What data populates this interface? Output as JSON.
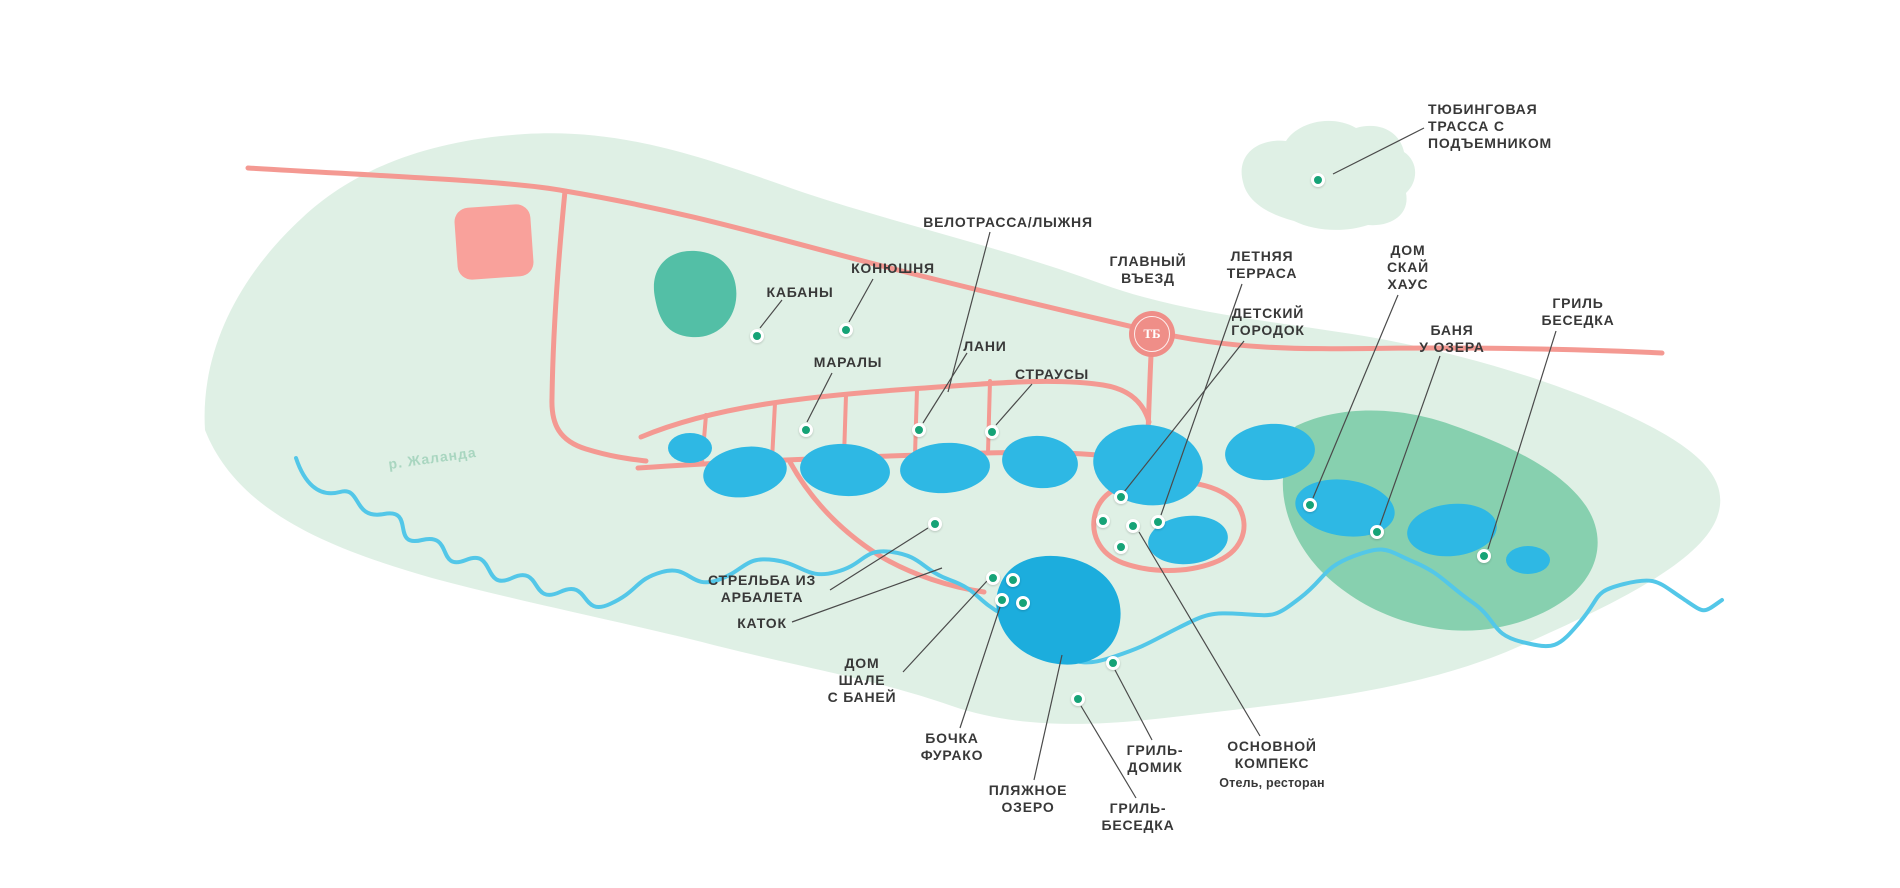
{
  "map": {
    "river_label": "р. Жаланда",
    "entrance_logo_text": "ТБ",
    "colors": {
      "territory": "#dff0e5",
      "road": "#f49992",
      "river": "#53c7e8",
      "lake": "#2eb8e4",
      "beach_lake": "#1caddd",
      "forest": "#53bfa6",
      "grove": "#87d0af",
      "pink_block": "#f9a19b",
      "marker": "#16a377",
      "entrance_logo": "#ef8e88",
      "label_text": "#383838"
    },
    "labels": {
      "tubing": {
        "lines": [
          "ТЮБИНГОВАЯ",
          "ТРАССА С",
          "ПОДЪЕМНИКОМ"
        ]
      },
      "velotrack": {
        "lines": [
          "ВЕЛОТРАССА/ЛЫЖНЯ"
        ]
      },
      "stable": {
        "lines": [
          "КОНЮШНЯ"
        ]
      },
      "boars": {
        "lines": [
          "КАБАНЫ"
        ]
      },
      "deer": {
        "lines": [
          "МАРАЛЫ"
        ]
      },
      "fallow_deer": {
        "lines": [
          "ЛАНИ"
        ]
      },
      "ostriches": {
        "lines": [
          "СТРАУСЫ"
        ]
      },
      "main_entrance": {
        "lines": [
          "ГЛАВНЫЙ",
          "ВЪЕЗД"
        ]
      },
      "summer_terrace": {
        "lines": [
          "ЛЕТНЯЯ",
          "ТЕРРАСА"
        ]
      },
      "kids_town": {
        "lines": [
          "ДЕТСКИЙ",
          "ГОРОДОК"
        ]
      },
      "sky_house": {
        "lines": [
          "ДОМ",
          "СКАЙ",
          "ХАУС"
        ]
      },
      "lake_banya": {
        "lines": [
          "БАНЯ",
          "У ОЗЕРА"
        ]
      },
      "grill_gazebo_east": {
        "lines": [
          "ГРИЛЬ",
          "БЕСЕДКА"
        ]
      },
      "crossbow": {
        "lines": [
          "СТРЕЛЬБА ИЗ",
          "АРБАЛЕТА"
        ]
      },
      "rink": {
        "lines": [
          "КАТОК"
        ]
      },
      "chalet": {
        "lines": [
          "ДОМ",
          "ШАЛЕ",
          "С БАНЕЙ"
        ]
      },
      "furako": {
        "lines": [
          "БОЧКА",
          "ФУРАКО"
        ]
      },
      "beach_lake": {
        "lines": [
          "ПЛЯЖНОЕ",
          "ОЗЕРО"
        ]
      },
      "grill_house": {
        "lines": [
          "ГРИЛЬ-",
          "ДОМИК"
        ]
      },
      "grill_gazebo_south": {
        "lines": [
          "ГРИЛЬ-",
          "БЕСЕДКА"
        ]
      },
      "main_complex": {
        "lines": [
          "ОСНОВНОЙ",
          "КОМПЕКС"
        ],
        "sub": "Отель, ресторан"
      }
    }
  }
}
